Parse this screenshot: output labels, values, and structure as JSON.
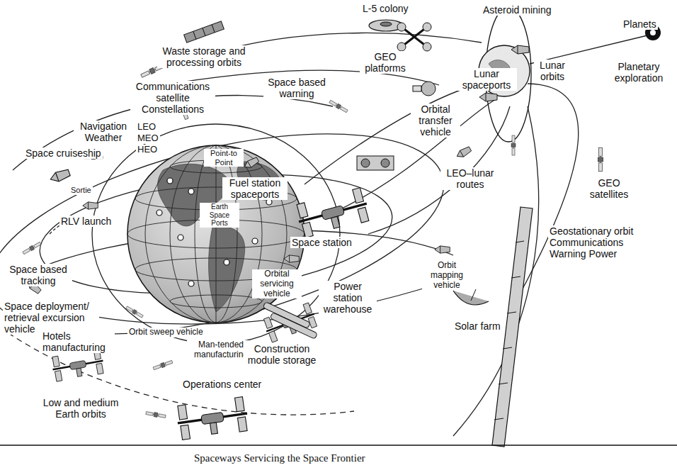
{
  "diagram": {
    "caption": "Spaceways Servicing the Space Frontier",
    "labels": [
      "L-5 colony",
      "Asteroid mining",
      "Planets",
      "Waste storage and processing orbits",
      "GEO platforms",
      "Lunar orbits",
      "Lunar spaceports",
      "Planetary exploration",
      "Space based warning",
      "Communications satellite Constellations",
      "LEO",
      "MEO",
      "HEO",
      "Orbital transfer vehicle",
      "Navigation Weather",
      "Space cruiseship",
      "Point-to Point",
      "Fuel station spaceports",
      "LEO–lunar routes",
      "GEO satellites",
      "Sortie",
      "RLV launch",
      "Earth Space Ports",
      "Space station",
      "Geostationary orbit Communications Warning Power",
      "Space based tracking",
      "Orbital servicing vehicle",
      "Orbit mapping vehicle",
      "Power station warehouse",
      "Space deployment/ retrieval excursion vehicle",
      "Hotels manufacturing",
      "Solar farm",
      "Orbit sweep vehicle",
      "Man-tended manufacturing",
      "Construction module storage",
      "Operations center",
      "Low and medium Earth orbits"
    ]
  }
}
